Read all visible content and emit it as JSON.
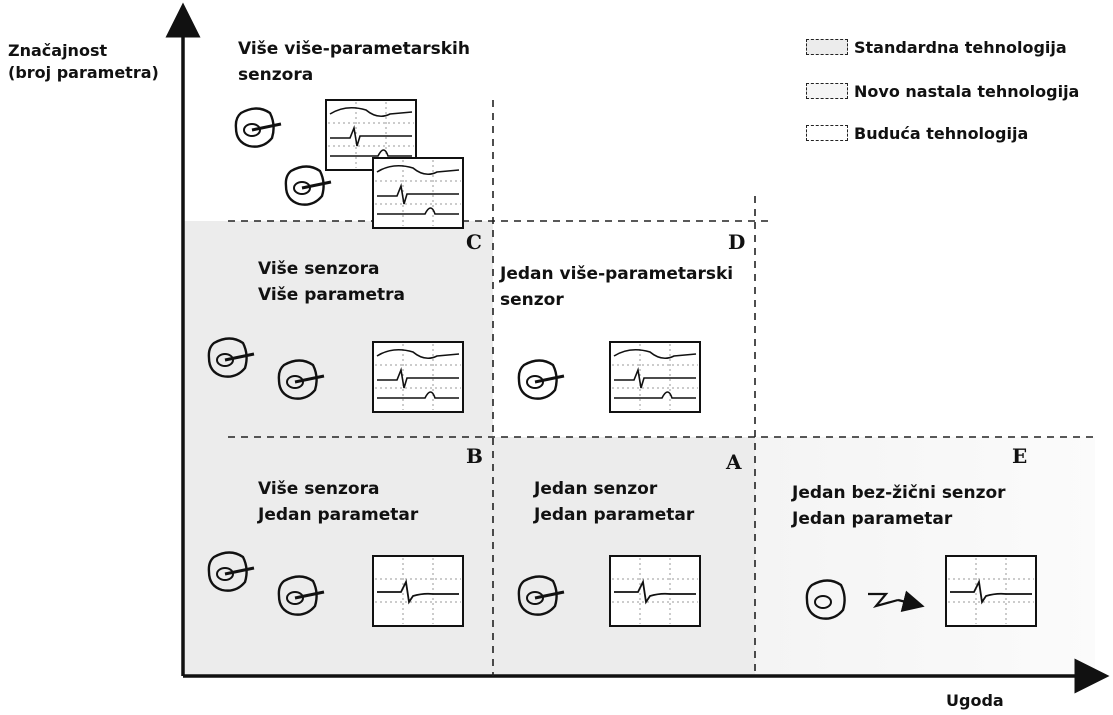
{
  "axes": {
    "y_label_line1": "Značajnost",
    "y_label_line2": "(broj parametra)",
    "x_label": "Ugoda"
  },
  "legend": [
    {
      "label": "Standardna tehnologija"
    },
    {
      "label": "Novo nastala tehnologija"
    },
    {
      "label": "Buduća tehnologija"
    }
  ],
  "top_region": {
    "line1": "Više više-parametarskih",
    "line2": "senzora"
  },
  "regions": {
    "C": {
      "letter": "C",
      "line1": "Više senzora",
      "line2": "Više parametra"
    },
    "D": {
      "letter": "D",
      "line1": "Jedan  više-parametarski",
      "line2": "senzor"
    },
    "B": {
      "letter": "B",
      "line1": "Više senzora",
      "line2": "Jedan parametar"
    },
    "A": {
      "letter": "A",
      "line1": "Jedan senzor",
      "line2": "Jedan parametar"
    },
    "E": {
      "letter": "E",
      "line1": "Jedan bez-žični senzor",
      "line2": "Jedan parametar"
    }
  },
  "colors": {
    "standard_shade": "#ececec",
    "emerging_shade": "#f7f7f7",
    "ink": "#111111"
  }
}
